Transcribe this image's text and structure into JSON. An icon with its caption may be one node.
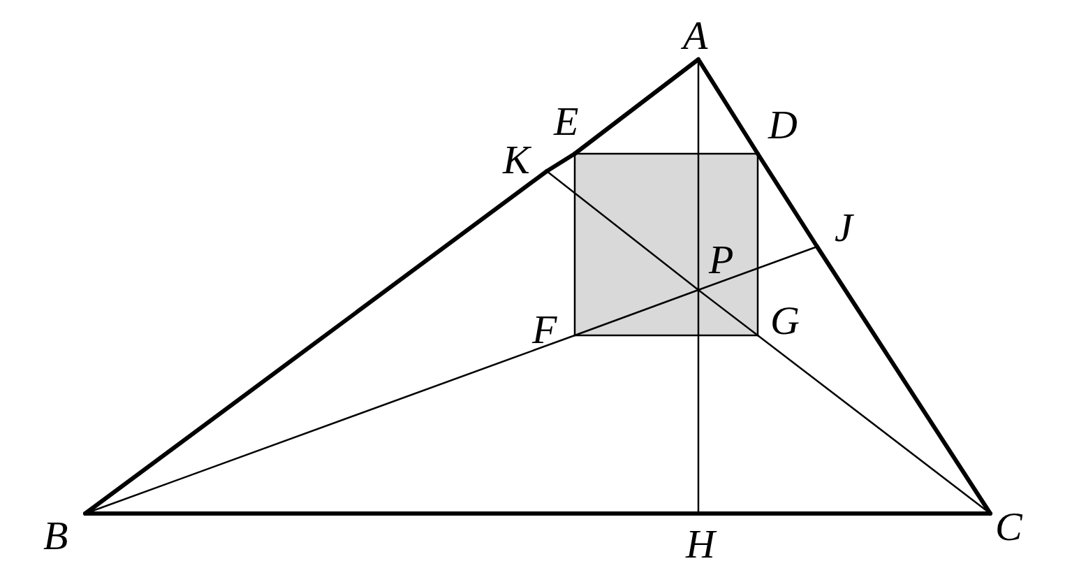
{
  "diagram": {
    "nodes": [
      {
        "text": [
          "A"
        ]
      },
      {
        "text": [
          "E"
        ]
      },
      {
        "text": [
          "D"
        ]
      },
      {
        "text": [
          "K"
        ]
      },
      {
        "text": [
          "J"
        ]
      },
      {
        "text": [
          "P"
        ]
      },
      {
        "text": [
          "F"
        ]
      },
      {
        "text": [
          "G"
        ]
      },
      {
        "text": [
          "B"
        ]
      },
      {
        "text": [
          "H"
        ]
      },
      {
        "text": [
          "C"
        ]
      }
    ],
    "edges": [
      {
        "from": 0,
        "to": 1,
        "arrow": "none",
        "style": "thick"
      },
      {
        "from": 1,
        "to": 3,
        "arrow": "none",
        "style": "thick"
      },
      {
        "from": 3,
        "to": 8,
        "arrow": "none",
        "style": "thick"
      },
      {
        "from": 0,
        "to": 2,
        "arrow": "none",
        "style": "thick"
      },
      {
        "from": 2,
        "to": 4,
        "arrow": "none",
        "style": "thick"
      },
      {
        "from": 4,
        "to": 10,
        "arrow": "none",
        "style": "thick"
      },
      {
        "from": 8,
        "to": 9,
        "arrow": "none",
        "style": "thick"
      },
      {
        "from": 9,
        "to": 10,
        "arrow": "none",
        "style": "thick"
      },
      {
        "from": 0,
        "to": 5,
        "arrow": "none"
      },
      {
        "from": 5,
        "to": 9,
        "arrow": "none"
      },
      {
        "from": 1,
        "to": 2,
        "arrow": "none"
      },
      {
        "from": 2,
        "to": 7,
        "arrow": "none"
      },
      {
        "from": 7,
        "to": 6,
        "arrow": "none"
      },
      {
        "from": 6,
        "to": 1,
        "arrow": "none"
      },
      {
        "from": 8,
        "to": 6,
        "arrow": "none"
      },
      {
        "from": 6,
        "to": 5,
        "arrow": "none"
      },
      {
        "from": 5,
        "to": 4,
        "arrow": "none"
      },
      {
        "from": 10,
        "to": 7,
        "arrow": "none"
      },
      {
        "from": 7,
        "to": 5,
        "arrow": "none"
      },
      {
        "from": 5,
        "to": 3,
        "arrow": "none"
      }
    ]
  }
}
